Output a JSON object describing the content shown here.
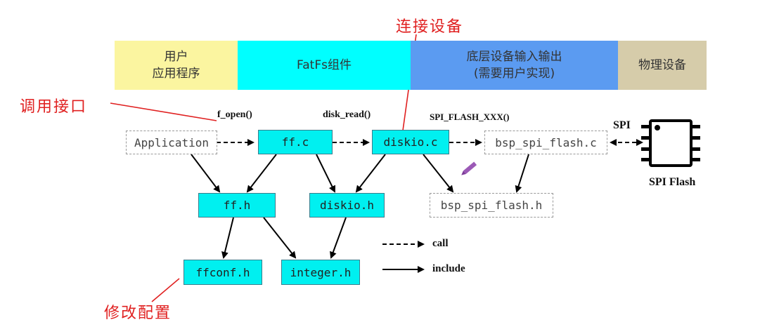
{
  "header": {
    "user_app": [
      "用户",
      "应用程序"
    ],
    "fatfs": "FatFs组件",
    "lowlevel": [
      "底层设备输入输出",
      "(需要用户实现)"
    ],
    "physical": "物理设备"
  },
  "colors": {
    "user_app": "#fbf5a0",
    "fatfs": "#00ffff",
    "lowlevel": "#5b9bf1",
    "physical": "#d6ccaa",
    "node": "#00f0f0",
    "annotation": "#e02020"
  },
  "annotations": {
    "connect_device": "连接设备",
    "call_interface": "调用接口",
    "modify_config": "修改配置"
  },
  "functions": {
    "f_open": "f_open()",
    "disk_read": "disk_read()",
    "spi_flash_xxx": "SPI_FLASH_XXX()",
    "spi": "SPI"
  },
  "nodes": {
    "application": "Application",
    "ff_c": "ff.c",
    "diskio_c": "diskio.c",
    "bsp_spi_flash_c": "bsp_spi_flash.c",
    "ff_h": "ff.h",
    "diskio_h": "diskio.h",
    "bsp_spi_flash_h": "bsp_spi_flash.h",
    "ffconf_h": "ffconf.h",
    "integer_h": "integer.h"
  },
  "chip": {
    "label": "SPI Flash",
    "icon": "spi-flash-chip-icon"
  },
  "legend": {
    "call": "call",
    "include": "include"
  }
}
